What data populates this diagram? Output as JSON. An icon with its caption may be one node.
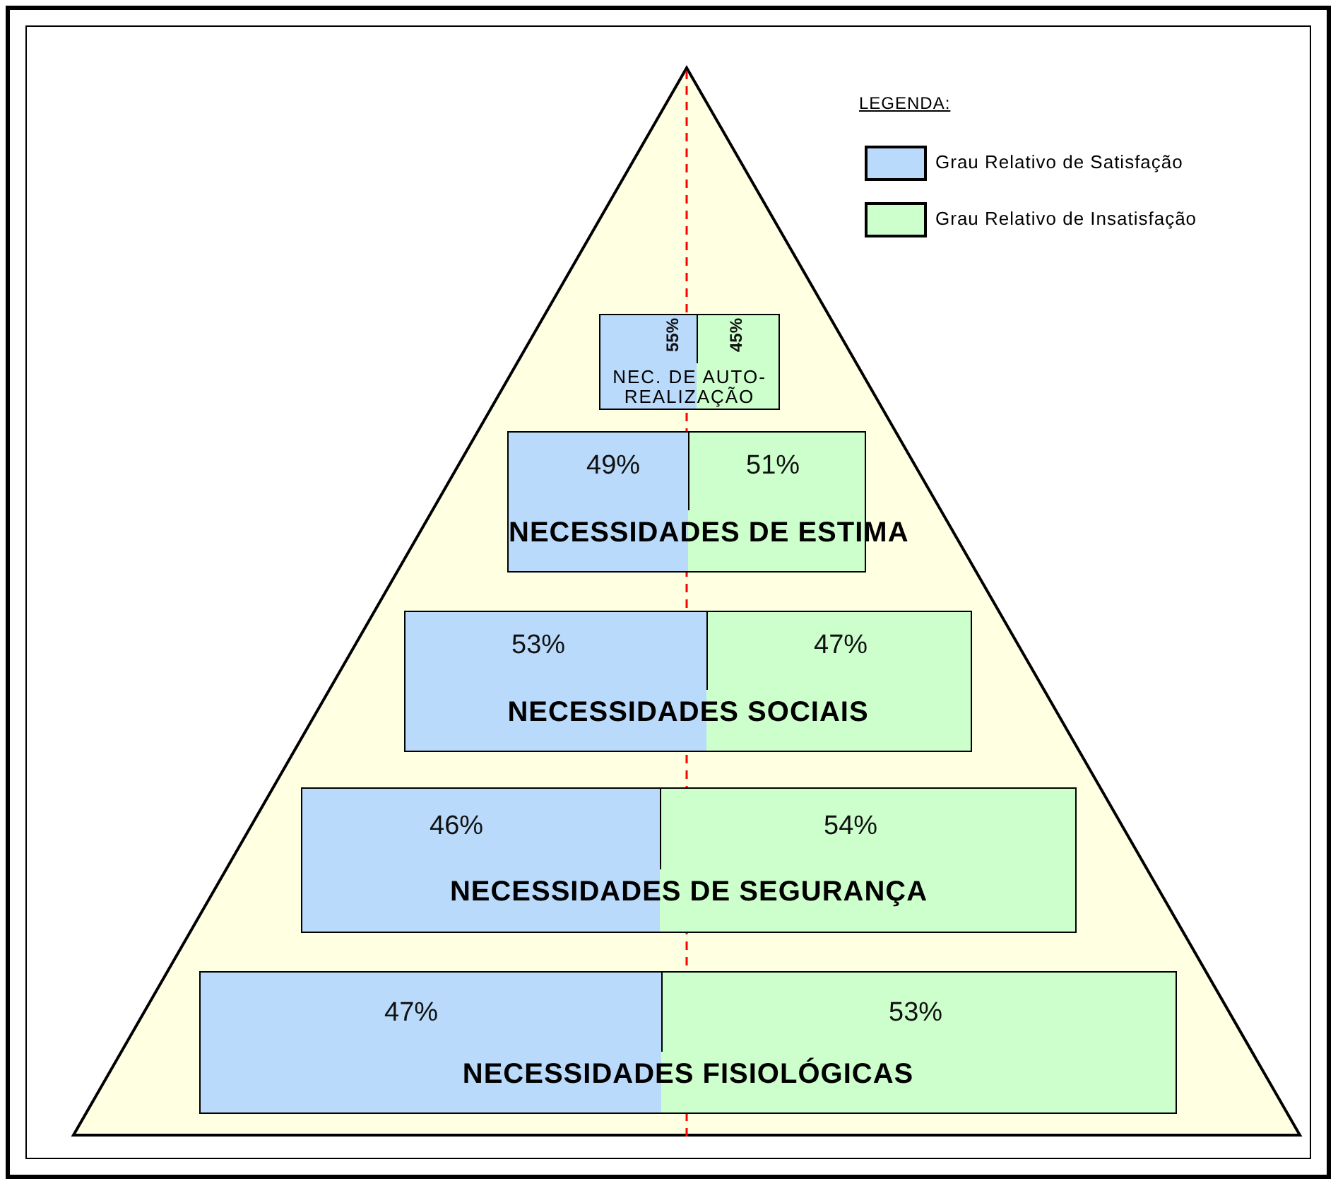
{
  "diagram": {
    "nodes": [
      {
        "text": [
          "NEC. DE AUTO-REALIZAÇÃO"
        ]
      },
      {
        "text": [
          "55%"
        ],
        "in": 0
      },
      {
        "text": [
          "45%"
        ],
        "in": 0
      },
      {
        "text": [
          "NECESSIDADES DE ESTIMA"
        ]
      },
      {
        "text": [
          "49%"
        ],
        "in": 3
      },
      {
        "text": [
          "51%"
        ],
        "in": 3
      },
      {
        "text": [
          "NECESSIDADES SOCIAIS"
        ]
      },
      {
        "text": [
          "53%"
        ],
        "in": 6
      },
      {
        "text": [
          "47%"
        ],
        "in": 6
      },
      {
        "text": [
          "NECESSIDADES DE SEGURANÇA"
        ]
      },
      {
        "text": [
          "46%"
        ],
        "in": 9
      },
      {
        "text": [
          "54%"
        ],
        "in": 9
      },
      {
        "text": [
          "NECESSIDADES FISIOLÓGICAS"
        ]
      },
      {
        "text": [
          "47%"
        ],
        "in": 12
      },
      {
        "text": [
          "53%"
        ],
        "in": 12
      }
    ],
    "edges": [],
    "labels": [
      "LEGENDA:"
    ],
    "legend": [
      {
        "text": "Grau Relativo de Satisfação",
        "color": "#b9dafb"
      },
      {
        "text": "Grau Relativo de Insatisfação",
        "color": "#ccffcc"
      }
    ]
  }
}
